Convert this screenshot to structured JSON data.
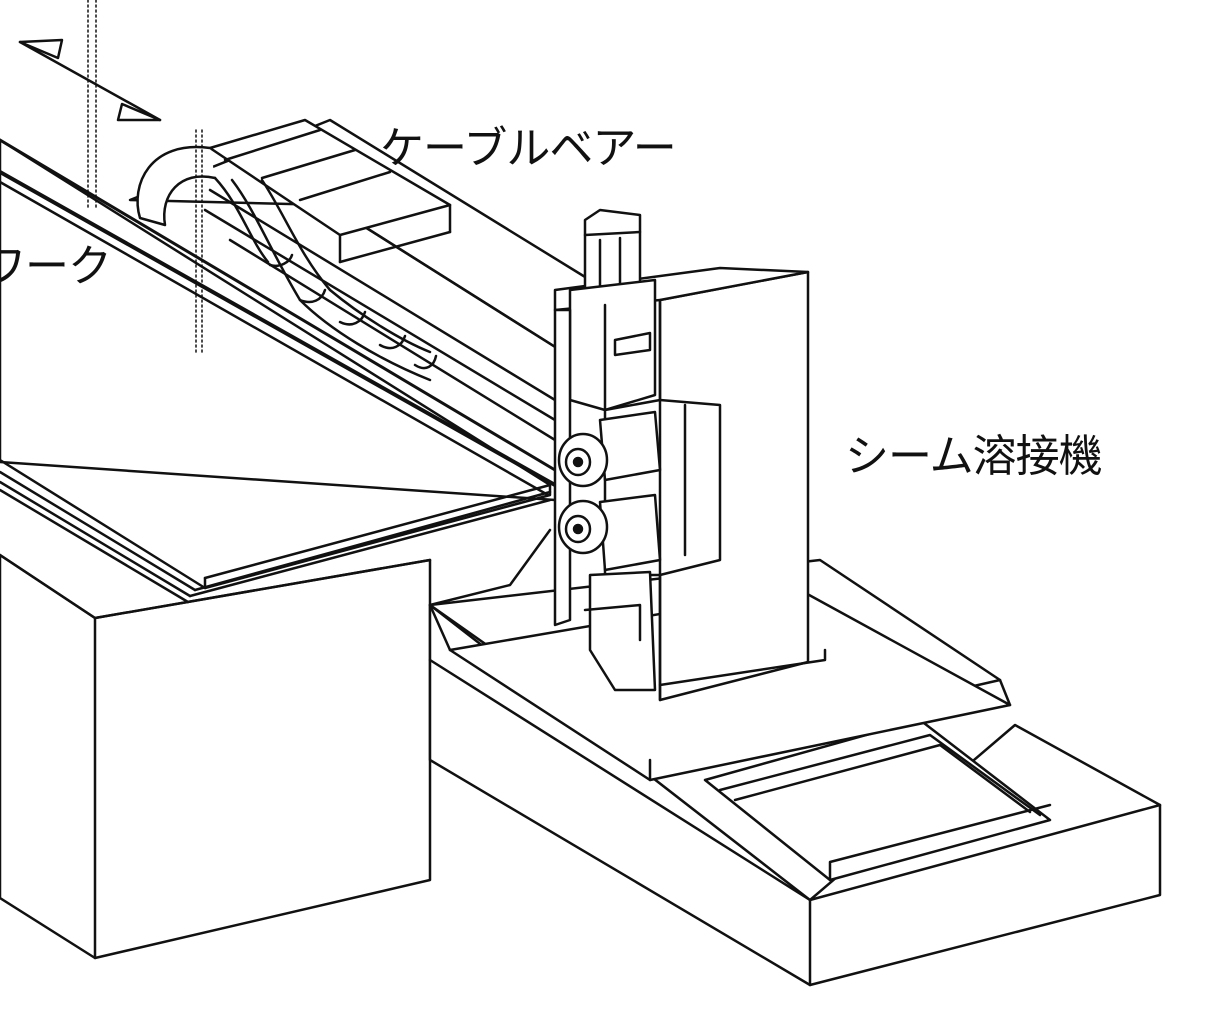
{
  "labels": {
    "cable_bear": "ケーブルベアー",
    "work": "ワーク",
    "seam_welder": "シーム溶接機"
  },
  "colors": {
    "line": "#111111",
    "background": "#ffffff"
  }
}
